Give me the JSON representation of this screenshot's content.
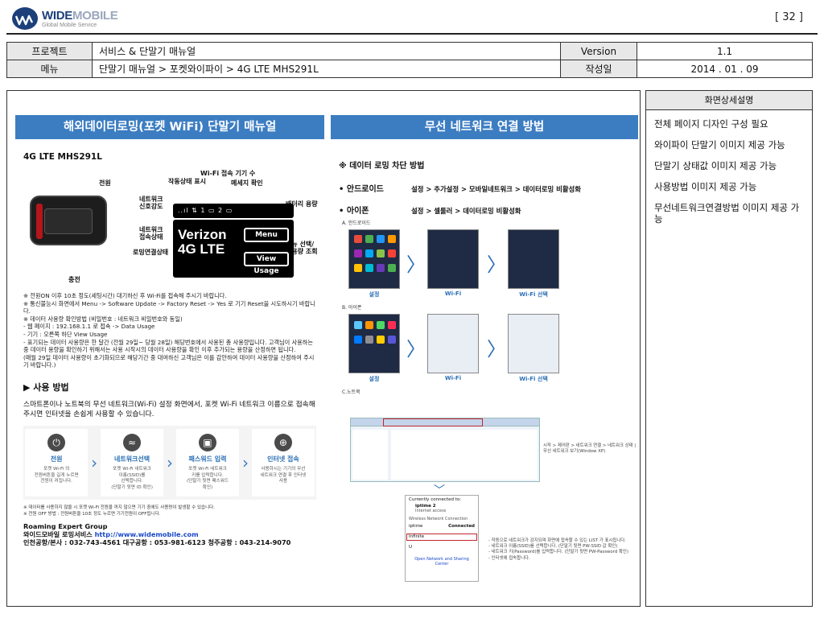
{
  "header": {
    "logo_name_bold": "WIDE",
    "logo_name_light": "MOBILE",
    "logo_sub": "Global Mobile Service",
    "page_number": "[ 32 ]"
  },
  "meta": {
    "project_label": "프로젝트",
    "project_value": "서비스 & 단말기 매뉴얼",
    "version_label": "Version",
    "version_value": "1.1",
    "menu_label": "메뉴",
    "menu_value": "단말기 매뉴얼 > 포켓와이파이 > 4G LTE MHS291L",
    "date_label": "작성일",
    "date_value": "2014 . 01 . 09"
  },
  "side_panel": {
    "title": "화면상세설명",
    "items": [
      "전체 페이지 디자인 구성 필요",
      "와이파이 단말기 이미지 제공 가능",
      "단말기 상태값 이미지 제공 가능",
      "사용방법 이미지 제공 가능",
      "무선네트워크연결방법 이미지 제공 가능"
    ]
  },
  "left_panel": {
    "banner": "해외데이터로밍(포켓 WiFi) 단말기 매뉴얼",
    "model": "4G LTE MHS291L",
    "labels": {
      "power": "전원",
      "charge": "충전",
      "wifi_count": "Wi-Fi 접속 기기 수",
      "auto_status": "작동상태 표시",
      "message": "메세지 확인",
      "signal": "네트워크\n신호강도",
      "battery": "배터리 용량",
      "net_status": "네트워크\n접속상태",
      "roaming_status": "로밍연결상태",
      "menu_select": "메뉴 선택/\n사용량 조회"
    },
    "screen": {
      "status_text": "..ıl  ⇅  1  ▭  2  ▭",
      "logo": "Verizon\n4G LTE",
      "menu_btn": "Menu",
      "usage_btn": "View Usage"
    },
    "notes": [
      "※ 전원ON 이후 10초 정도(세팅시간) 대기하신 후 Wi-Fi를 접속해 주시기 바랍니다.",
      "※ 통신불능시 화면에서 Menu -> Software Update -> Factory Reset -> Yes 로 기기 Reset을 시도하시기 바랍니다.",
      "※ 데이터 사용량 확인방법 (비밀번호 : 네트워크 비밀번호와 동일)",
      " - 웹 페이지 : 192.168.1.1 로 접속 -> Data Usage",
      " - 기기 : 오른쪽 하단 View Usage",
      " - 표기되는 데이터 사용량은 한 달간 (전월 29일~ 당월 28일) 해당번호에서 사용된 총 사용량입니다. 고객님이 사용하는 중 데이터 용량을 확인하기 위해서는 사용 시작시의 데이터 사용량을 확인 이후 추가되는 용량을 산정하면 됩니다.",
      " (매월 29일 데이터 사용량이 초기화되므로 해당기간 중 대여하신 고객님은 이를 감안하여 데이터 사용량을 산정하여 주시기 바랍니다.)"
    ],
    "how_title": "▶ 사용 방법",
    "how_desc": "스마트폰이나 노트북의 무선 네트워크(Wi-Fi) 설정 화면에서, 포켓 Wi-Fi 네트워크 이름으로 접속해 주시면 인터넷을 손쉽게 사용할 수 있습니다.",
    "steps": [
      {
        "icon": "⏻",
        "title": "전원",
        "desc": "포켓 Wi-Fi 의\n전원버튼을 길게 누르면\n전원이 켜집니다."
      },
      {
        "icon": "≈",
        "title": "네트워크선택",
        "desc": "포켓 Wi-Fi 네트워크\n이름(SSID)를\n선택합니다.\n(단말기 뒷면 ID 확인)"
      },
      {
        "icon": "▣",
        "title": "패스워드 입력",
        "desc": "포켓 Wi-Fi 네트워크\n키를 입력합니다.\n(단말기 뒷면 패스워드\n확인)"
      },
      {
        "icon": "⊕",
        "title": "인터넷 접속",
        "desc": "사용하시는 기기의 무선\n네트워크 연결 후 인터넷\n사용"
      }
    ],
    "foot_notes": [
      "※ 데이터를 사용하지 않을 시 포켓 Wi-Fi 전원을 꺼지 않으면 기기 중에도 사용량이 발생할 수 있습니다.",
      "※ 전원 OFF 방법 : 전원버튼을 10초 정도 누르면 기기전원이 OFF됩니다."
    ],
    "contact": {
      "group": "Roaming Expert Group",
      "service_prefix": "와이드모바일 로밍서비스 ",
      "url": "http://www.widemobile.com",
      "phones": "인천공항/본사 : 032-743-4561 대구공항 : 053-981-6123 청주공항 : 043-214-9070"
    }
  },
  "right_panel": {
    "banner": "무선 네트워크 연결 방법",
    "block_title": "※ 데이터 로밍 차단 방법",
    "android_name": "• 안드로이드",
    "android_path": "설정 > 추가설정 > 모바일네트워크 > 데이터로밍 비활성화",
    "iphone_name": "• 아이폰",
    "iphone_path": "설정 > 셀룰러 > 데이터로밍 비활성화",
    "section_a": "A. 안드로이드",
    "section_b": "B. 아이폰",
    "section_c": "C.노트북",
    "captions": [
      "설정",
      "Wi-Fi",
      "Wi-Fi 선택"
    ],
    "win_note": "시작 > 제어판 > 네트워크 연결 > 네트워크 상태 |\n무선 네트워크 보기(Window XP)",
    "net_title": "Currently connected to:",
    "net_name": "iptime 2",
    "net_access": "Internet access",
    "net_section": "Wireless Network Connection",
    "net_item1": "iptime",
    "net_item1_status": "Connected",
    "net_item2": "Infinite",
    "net_item3": "U",
    "net_footer": "Open Network and Sharing Center",
    "net_note": "- 작동으로 네트워크가 감지되며 화면에 접속할 수 있는 LIST 가 표시됩니다.\n- 네트워크 이름(SSID)를 선택합니다. (단말기 뒷면 PW-SSID 값 확인)\n- 네트워크 키(Password)를 입력합니다. (단말기 뒷면 PW-Password 확인)\n- 인터넷에 접속합니다."
  }
}
